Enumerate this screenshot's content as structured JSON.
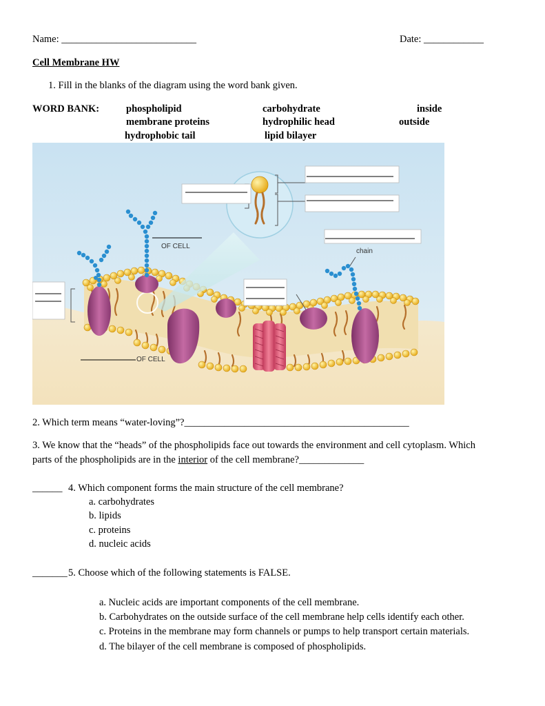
{
  "header": {
    "name_label": "Name: ___________________________",
    "date_label": "Date: ____________"
  },
  "title": "Cell Membrane HW",
  "q1": "1.   Fill in the blanks of the diagram using the word bank given.",
  "word_bank": {
    "label": "WORD BANK:",
    "terms": [
      "phospholipid",
      "carbohydrate",
      "inside",
      "membrane proteins",
      "hydrophilic head",
      "outside",
      "hydrophobic tail",
      "lipid bilayer"
    ]
  },
  "diagram": {
    "label_of_cell_top": "OF CELL",
    "label_of_cell_bottom": "OF CELL",
    "label_chain": "chain",
    "colors": {
      "sky": "#c9e2f2",
      "sand": "#f3e6c8",
      "head": "#f2c21a",
      "tail": "#b5702c",
      "protein": "#a0477f",
      "channel": "#d94c6a",
      "carb": "#2a8fd0",
      "zoom": "#d6ecf6"
    }
  },
  "q2": {
    "text": "2.  Which term means “water-loving”?",
    "blank": "_____________________________________________"
  },
  "q3": {
    "line1": "3.  We know that the “heads” of the phospholipids face out towards the environment and cell cytoplasm.  Which",
    "line2_pre": "parts of the phospholipids are in the ",
    "line2_u": "interior",
    "line2_post": " of the cell membrane?_____________"
  },
  "q4": {
    "blank": "______",
    "text": "4.   Which component forms the main structure of the cell membrane?",
    "options": [
      "a.  carbohydrates",
      "b.  lipids",
      "c.  proteins",
      "d.  nucleic acids"
    ]
  },
  "q5": {
    "blank": "_______",
    "text": "5.  Choose which of the following statements is FALSE.",
    "options": [
      "a.  Nucleic acids are important components of the cell membrane.",
      "b.  Carbohydrates on the outside surface of the cell membrane help cells identify each other.",
      "c.  Proteins in the membrane may form channels or pumps to help transport certain materials.",
      "d.  The bilayer of the cell membrane is composed of phospholipids."
    ]
  }
}
